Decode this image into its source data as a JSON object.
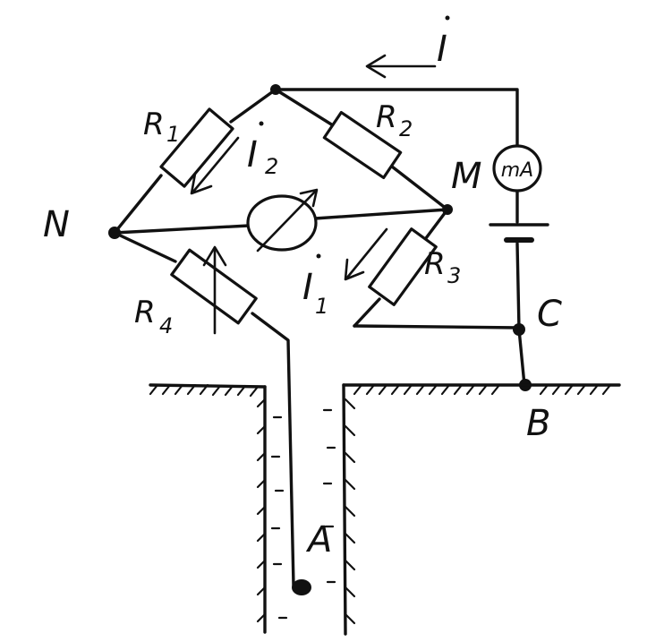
{
  "diagram": {
    "labels": {
      "current_total": "I",
      "current_i2_main": "I",
      "current_i2_sub": "2",
      "current_i1_main": "I",
      "current_i1_sub": "1",
      "r1_main": "R",
      "r1_sub": "1",
      "r2_main": "R",
      "r2_sub": "2",
      "r3_main": "R",
      "r3_sub": "3",
      "r4_main": "R",
      "r4_sub": "4",
      "node_n": "N",
      "node_m": "M",
      "node_c": "C",
      "node_b": "B",
      "node_a": "A",
      "ammeter": "mA"
    },
    "colors": {
      "ink": "#111111",
      "paper": "#ffffff"
    }
  }
}
